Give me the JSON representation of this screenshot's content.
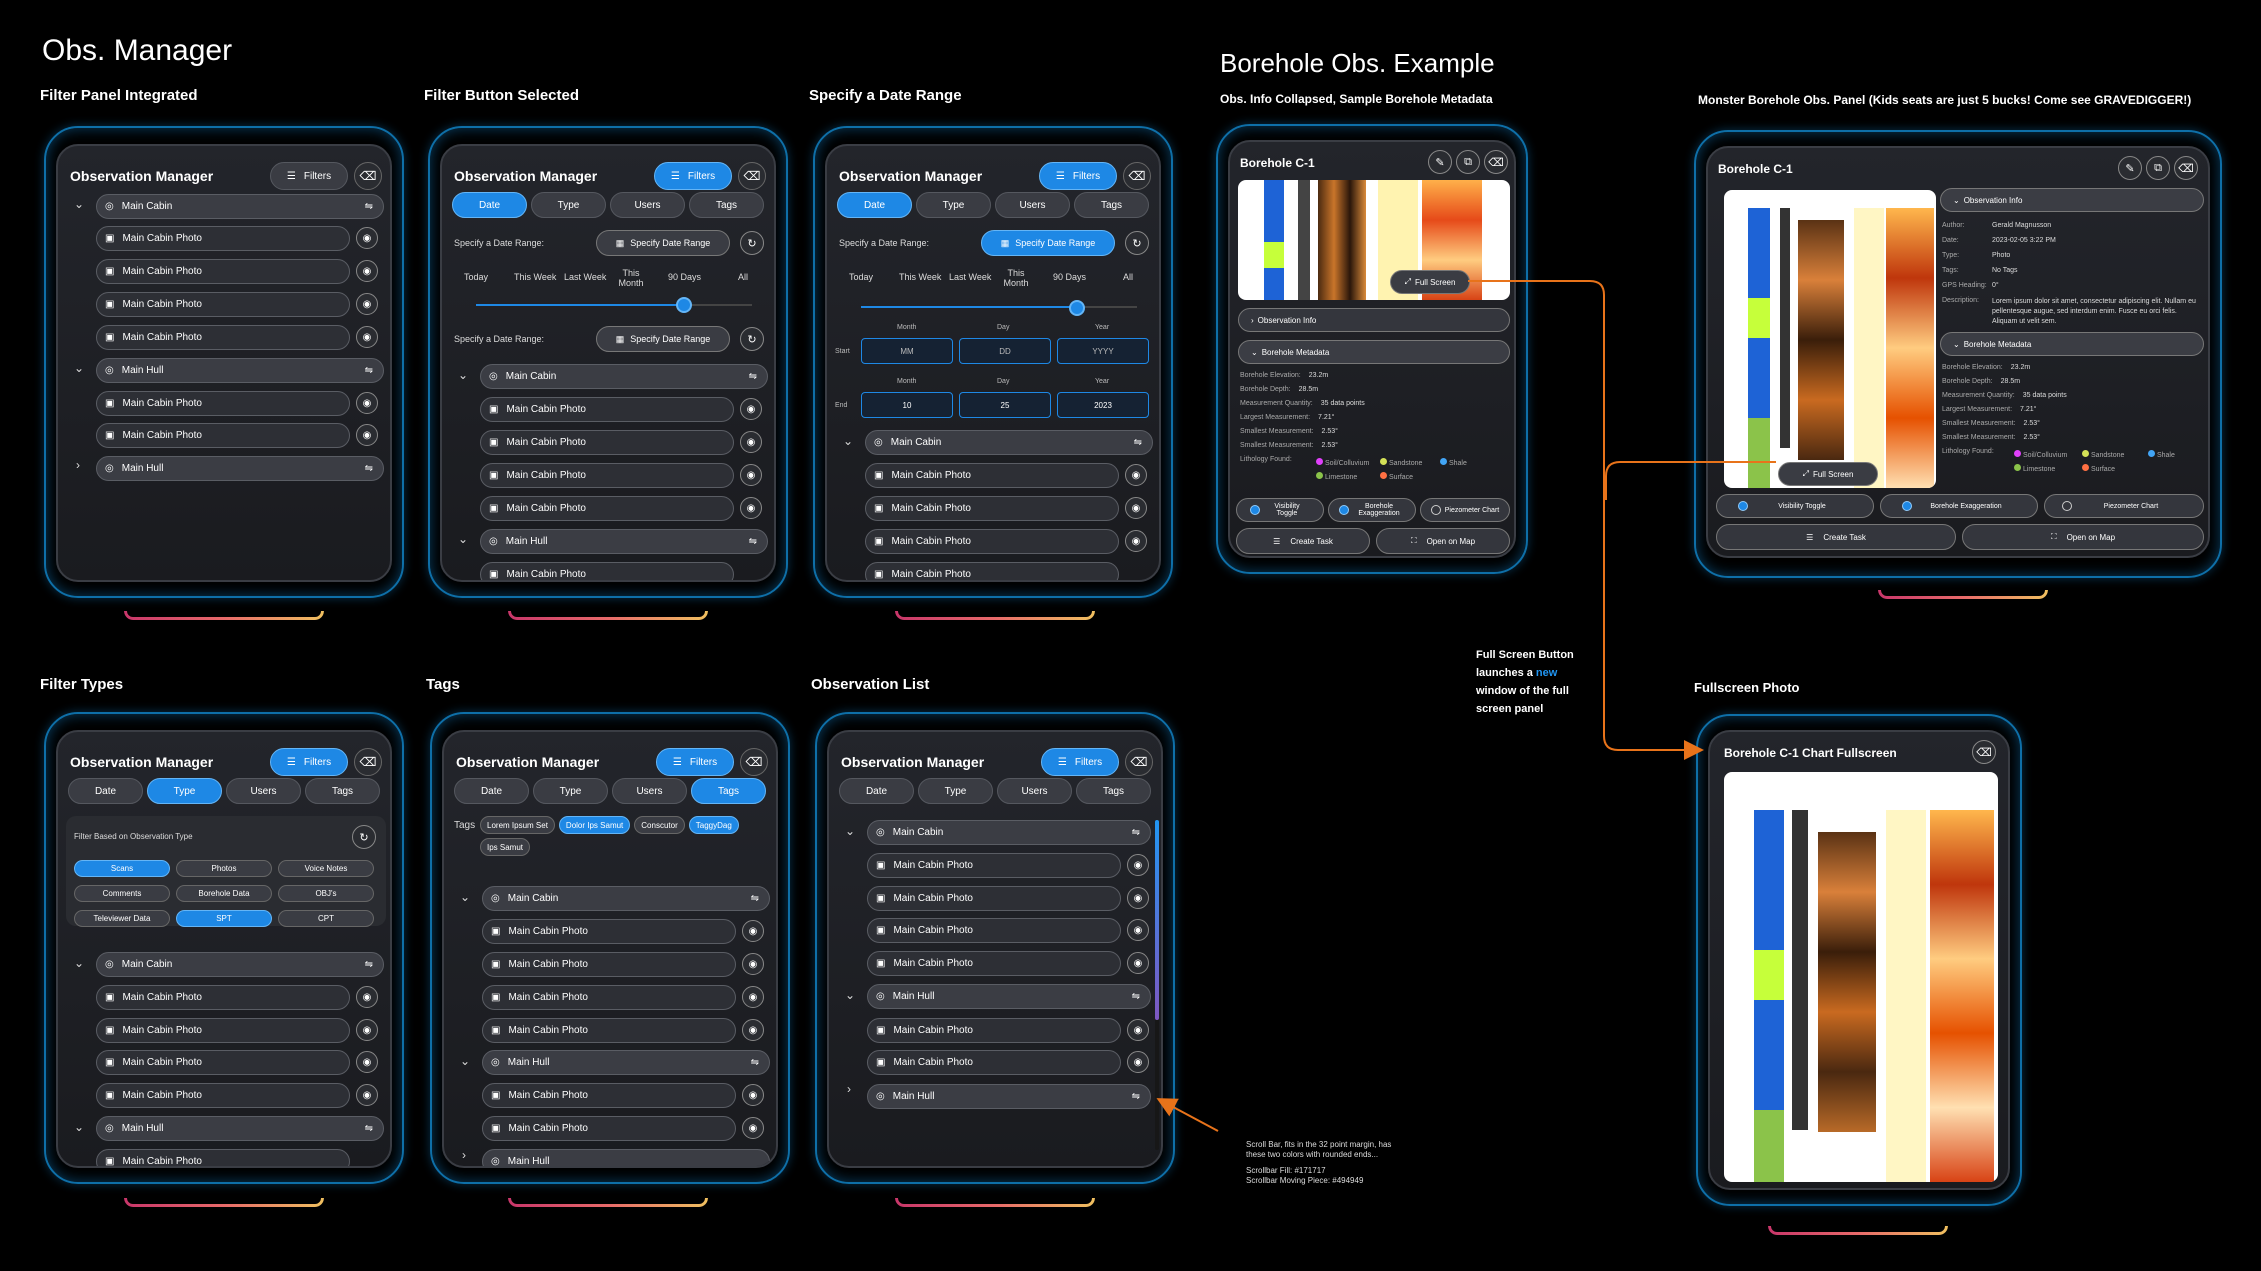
{
  "headings": {
    "main": "Obs. Manager",
    "borehole": "Borehole Obs. Example"
  },
  "captions": {
    "p1": "Filter Panel Integrated",
    "p2": "Filter Button Selected",
    "p3": "Specify a Date Range",
    "p4": "Filter Types",
    "p5": "Tags",
    "p6": "Observation List",
    "b1": "Obs. Info Collapsed, Sample Borehole Metadata",
    "b2": "Monster Borehole Obs. Panel (Kids seats are just 5 bucks! Come see GRAVEDIGGER!)",
    "b3": "Fullscreen Photo"
  },
  "panel": {
    "title": "Observation Manager",
    "filters": "Filters",
    "tabs": [
      "Date",
      "Type",
      "Users",
      "Tags"
    ],
    "date_range_label": "Specify a Date Range:",
    "date_range_btn": "Specify Date Range",
    "presets": [
      "Today",
      "This Week",
      "Last Week",
      "This Month",
      "90 Days",
      "All"
    ],
    "date_cols": [
      "Month",
      "Day",
      "Year"
    ],
    "start_label": "Start",
    "end_label": "End",
    "start_placeholders": [
      "MM",
      "DD",
      "YYYY"
    ],
    "end_values": [
      "10",
      "25",
      "2023"
    ],
    "filter_type_label": "Filter Based on Observation Type",
    "types": [
      "Scans",
      "Photos",
      "Voice Notes",
      "Comments",
      "Borehole Data",
      "OBJ's",
      "Televiewer Data",
      "SPT",
      "CPT"
    ],
    "tags_label": "Tags",
    "tag_chips": [
      "Lorem Ipsum Set",
      "Dolor Ips Samut",
      "Conscutor",
      "TaggyDag",
      "Ips Samut"
    ],
    "group1": "Main Cabin",
    "group2": "Main Hull",
    "item": "Main Cabin Photo"
  },
  "borehole": {
    "title": "Borehole C-1",
    "fullscreen": "Full Screen",
    "obs_info": "Observation Info",
    "metadata": "Borehole Metadata",
    "meta_labels": [
      "Borehole Elevation:",
      "Borehole Depth:",
      "Measurement Quantity:",
      "Largest Measurement:",
      "Smallest Measurement:",
      "Smallest Measurement:",
      "Lithology Found:"
    ],
    "meta_values": [
      "23.2m",
      "28.5m",
      "35 data points",
      "7.21°",
      "2.53°",
      "2.53°"
    ],
    "lithology": [
      "Soil/Colluvium",
      "Sandstone",
      "Shale",
      "Limestone",
      "Surface"
    ],
    "lith_colors": [
      "#e040fb",
      "#d4e157",
      "#42a5f5",
      "#8bc34a",
      "#ff7043"
    ],
    "toggles": [
      "Visibility Toggle",
      "Borehole Exaggeration",
      "Piezometer Chart"
    ],
    "actions": [
      "Create Task",
      "Open on Map"
    ],
    "info_labels": [
      "Author:",
      "Date:",
      "Type:",
      "Tags:",
      "GPS Heading:",
      "Description:"
    ],
    "info_values": [
      "Gerald Magnusson",
      "2023-02-05 3:22 PM",
      "Photo",
      "No Tags",
      "0°",
      "Lorem ipsum dolor sit amet, consectetur adipiscing elit. Nullam eu pellentesque augue, sed interdum enim. Fusce eu orci felis. Aliquam ut velit sem."
    ],
    "fullscreen_title": "Borehole C-1 Chart Fullscreen"
  },
  "notes": {
    "full_screen_a": "Full Screen Button launches a ",
    "full_screen_new": "new",
    "full_screen_b": " window of the full screen panel",
    "scroll_a": "Scroll Bar, fits in the 32 point margin, has these two colors with rounded ends...",
    "scroll_fill": "Scrollbar Fill: #171717",
    "scroll_piece": "Scrollbar Moving Piece: #494949"
  },
  "colors": {
    "accent": "#1e88e5",
    "arrow": "#e8731a",
    "frame": "#0e6fa8"
  }
}
